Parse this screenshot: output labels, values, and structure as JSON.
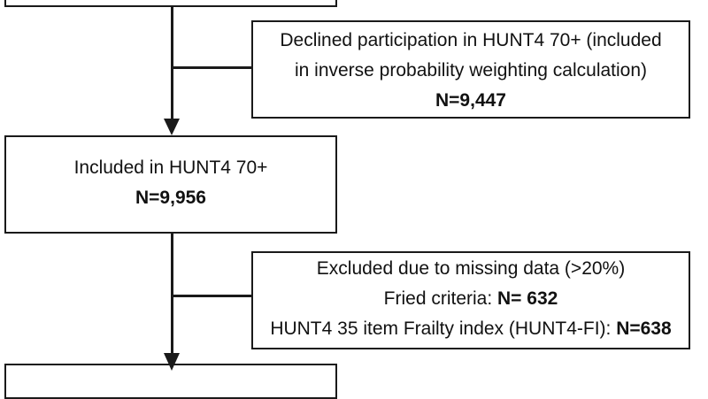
{
  "colors": {
    "stroke": "#1a1a1a",
    "background": "#ffffff",
    "text": "#111111"
  },
  "flowchart": {
    "declined": {
      "line1": "Declined participation in HUNT4 70+ (included",
      "line2": "in inverse probability weighting calculation)",
      "count": "N=9,447"
    },
    "included": {
      "label": "Included in HUNT4 70+",
      "count": "N=9,956"
    },
    "excluded": {
      "line1": "Excluded due to missing data (>20%)",
      "fried_label": "Fried criteria: ",
      "fried_count": "N= 632",
      "fi_label": "HUNT4 35 item Frailty index (HUNT4-FI): ",
      "fi_count": "N=638"
    }
  }
}
